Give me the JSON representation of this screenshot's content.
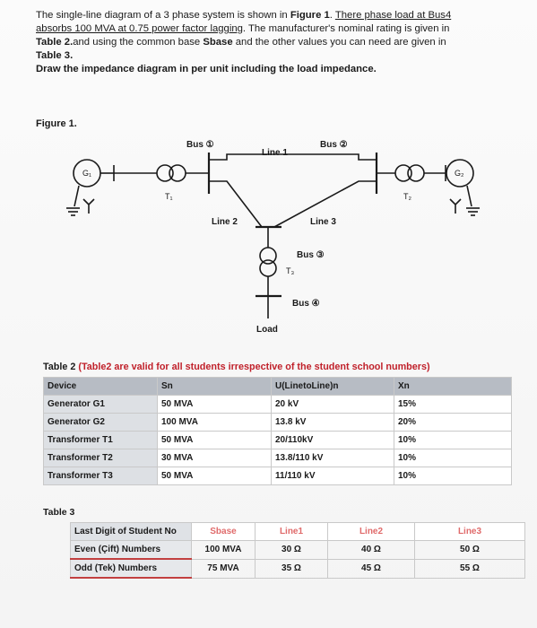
{
  "problem": {
    "line1_a": "The single-line diagram of a 3 phase system is shown in ",
    "line1_b": "Figure 1",
    "line1_c": ". ",
    "line1_d": "There phase load at Bus4",
    "line2_a": "absorbs 100 MVA at 0.75 power factor lagging",
    "line2_b": ". The manufacturer's nominal rating is given in",
    "line3_a": "Table 2.",
    "line3_b": "and using the common base ",
    "line3_c": "Sbase",
    "line3_d": " and the other values you can need are given in",
    "line4": "Table 3.",
    "line5": "Draw the impedance diagram in per unit including the load impedance."
  },
  "figure": {
    "label": "Figure 1.",
    "bus1": "Bus ①",
    "bus2": "Bus ②",
    "bus3": "Bus ③",
    "bus4": "Bus ④",
    "line1": "Line 1",
    "line2": "Line 2",
    "line3": "Line 3",
    "g1": "G₁",
    "g2": "G₂",
    "t1": "T₁",
    "t2": "T₂",
    "t3": "T₃",
    "load": "Load"
  },
  "table2": {
    "caption_a": "Table 2",
    "caption_b": " (Table2 are valid for all students irrespective of the student school numbers)",
    "headers": [
      "Device",
      "Sn",
      "U(LinetoLine)n",
      "Xn"
    ],
    "rows": [
      [
        "Generator G1",
        "50 MVA",
        "20 kV",
        "15%"
      ],
      [
        "Generator G2",
        "100 MVA",
        "13.8  kV",
        "20%"
      ],
      [
        "Transformer T1",
        "50 MVA",
        "20/110kV",
        "10%"
      ],
      [
        "Transformer T2",
        "30 MVA",
        "13.8/110 kV",
        "10%"
      ],
      [
        "Transformer T3",
        "50 MVA",
        "11/110 kV",
        "10%"
      ]
    ]
  },
  "table3": {
    "caption": "Table 3",
    "headers": [
      "Last Digit of Student No",
      "Sbase",
      "Line1",
      "Line2",
      "Line3"
    ],
    "rows": [
      [
        "Even (Çift) Numbers",
        "100 MVA",
        "30 Ω",
        "40 Ω",
        "50 Ω"
      ],
      [
        "Odd (Tek) Numbers",
        "75 MVA",
        "35 Ω",
        "45 Ω",
        "55 Ω"
      ]
    ]
  }
}
